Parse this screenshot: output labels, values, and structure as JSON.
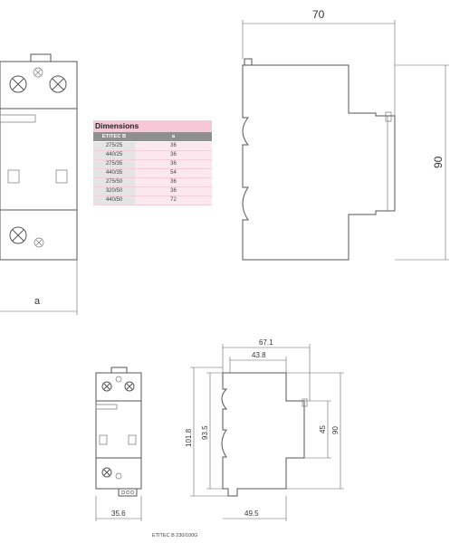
{
  "top_dimension": {
    "width": "70",
    "height": "90",
    "module_width_symbol": "a"
  },
  "table": {
    "title": "Dimensions",
    "headers": [
      "ETITEC B",
      "a"
    ],
    "rows": [
      [
        "275/25",
        "36"
      ],
      [
        "440/25",
        "36"
      ],
      [
        "275/35",
        "36"
      ],
      [
        "440/35",
        "54"
      ],
      [
        "275/50",
        "36"
      ],
      [
        "320/50",
        "36"
      ],
      [
        "440/50",
        "72"
      ]
    ]
  },
  "bottom_dimension": {
    "depth_overall": "67.1",
    "depth_front": "43.8",
    "height_overall": "101.8",
    "height_body": "93.5",
    "height_front": "45",
    "height_rail": "90",
    "width": "35.6",
    "depth_base": "49.5"
  },
  "model_label": "ETITEC B 230/100G",
  "colors": {
    "line": "#555555",
    "table_title_bg": "#f5c7d7",
    "table_header_bg": "#8f8f8f",
    "table_row_bg": "#fbe8ef"
  }
}
